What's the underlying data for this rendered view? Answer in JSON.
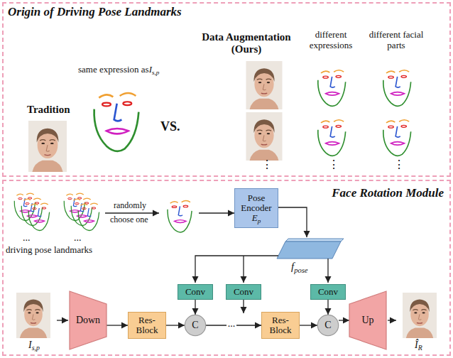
{
  "diagram": {
    "nodes": [
      {
        "text": [
          "Origin of Driving Pose Landmarks"
        ]
      },
      {
        "text": [
          "Face Rotation Module"
        ]
      },
      {
        "text": [
          "Pose Encoder",
          "E",
          "p"
        ],
        "in": 1
      },
      {
        "text": [
          "Conv"
        ],
        "in": 1
      },
      {
        "text": [
          "Conv"
        ],
        "in": 1
      },
      {
        "text": [
          "Conv"
        ],
        "in": 1
      },
      {
        "text": [
          "Down"
        ],
        "in": 1
      },
      {
        "text": [
          "Res-Block"
        ],
        "in": 1
      },
      {
        "text": [
          "C"
        ],
        "in": 1
      },
      {
        "text": [
          "Res-Block"
        ],
        "in": 1
      },
      {
        "text": [
          "C"
        ],
        "in": 1
      },
      {
        "text": [
          "Up"
        ],
        "in": 1
      }
    ],
    "edges": [
      {
        "from": 6,
        "to": 7,
        "arrow": "to"
      },
      {
        "from": 7,
        "to": 8,
        "arrow": "to"
      },
      {
        "from": 8,
        "to": 9,
        "arrow": "to",
        "label": "..."
      },
      {
        "from": 9,
        "to": 10,
        "arrow": "to"
      },
      {
        "from": 10,
        "to": 11,
        "arrow": "to"
      },
      {
        "from": 3,
        "to": 8,
        "arrow": "to"
      },
      {
        "from": 5,
        "to": 10,
        "arrow": "to"
      }
    ],
    "labels": [
      "Tradition",
      "same expression as",
      "I",
      "s,p",
      "VS.",
      "Data Augmentation (Ours)",
      "different expressions",
      "different facial parts",
      "⋮",
      "⋮",
      "⋮",
      "...",
      "...",
      "driving pose landmarks",
      "randomly",
      "choose one",
      "f",
      "pose",
      "I",
      "s,p",
      "Î",
      "R"
    ]
  }
}
